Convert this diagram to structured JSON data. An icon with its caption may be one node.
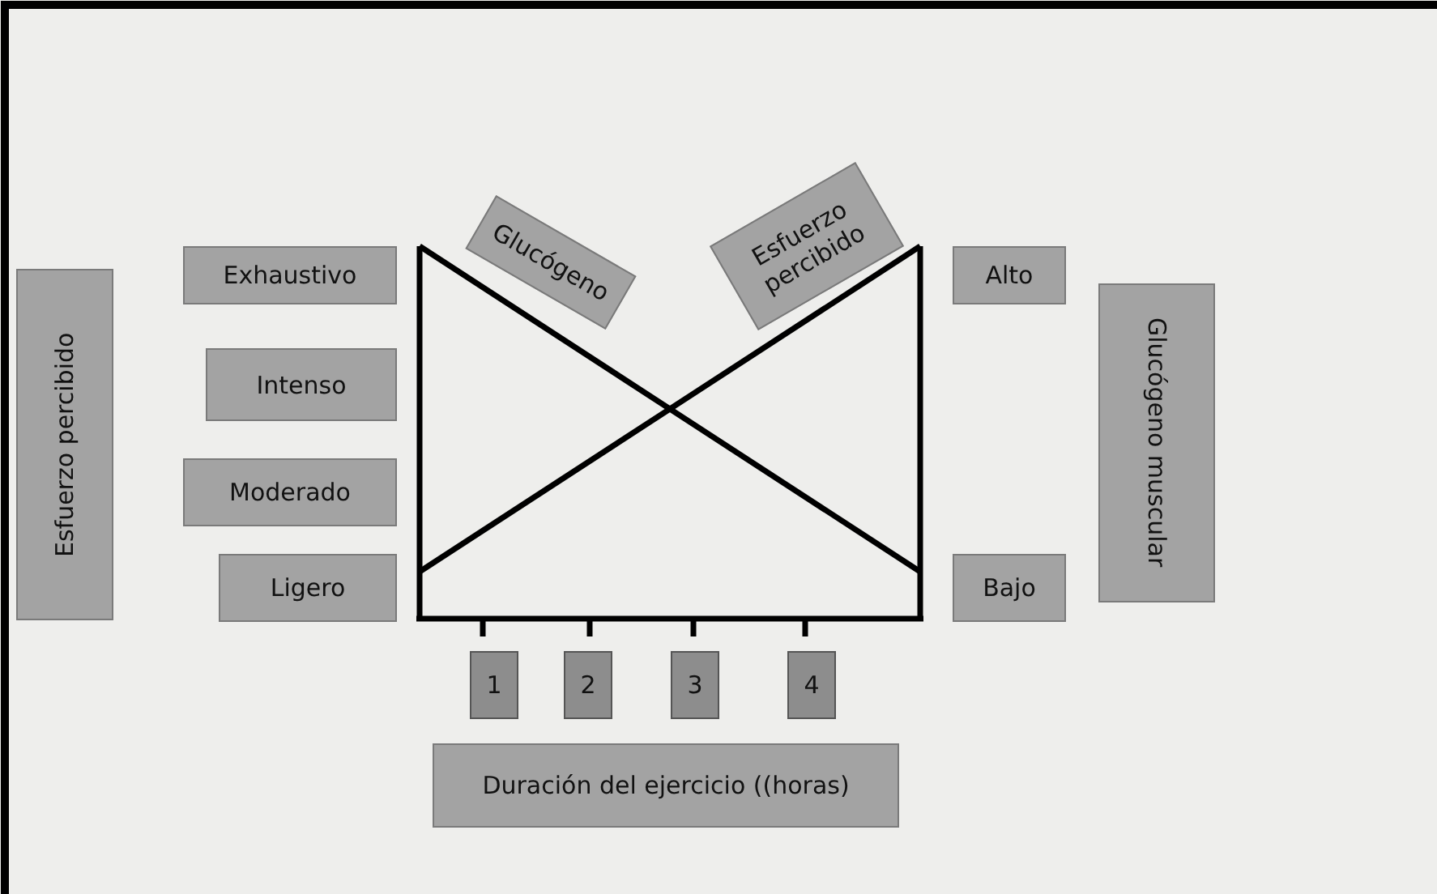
{
  "diagram": {
    "nodes": [
      {
        "text": [
          "Exhaustivo"
        ]
      },
      {
        "text": [
          "Glucógeno"
        ]
      },
      {
        "text": [
          "Esfuerzo percibido"
        ]
      },
      {
        "text": [
          "Alto"
        ]
      },
      {
        "text": [
          "Glucógeno muscular"
        ]
      },
      {
        "text": [
          "Esfuerzo percibido"
        ]
      },
      {
        "text": [
          "Intenso"
        ]
      },
      {
        "text": [
          "Moderado"
        ]
      },
      {
        "text": [
          "Ligero"
        ]
      },
      {
        "text": [
          "Bajo"
        ]
      },
      {
        "text": [
          "1"
        ]
      },
      {
        "text": [
          "2"
        ]
      },
      {
        "text": [
          "3"
        ]
      },
      {
        "text": [
          "4"
        ]
      },
      {
        "text": [
          "Duración del ejercicio ((horas)"
        ]
      }
    ],
    "edges": []
  }
}
